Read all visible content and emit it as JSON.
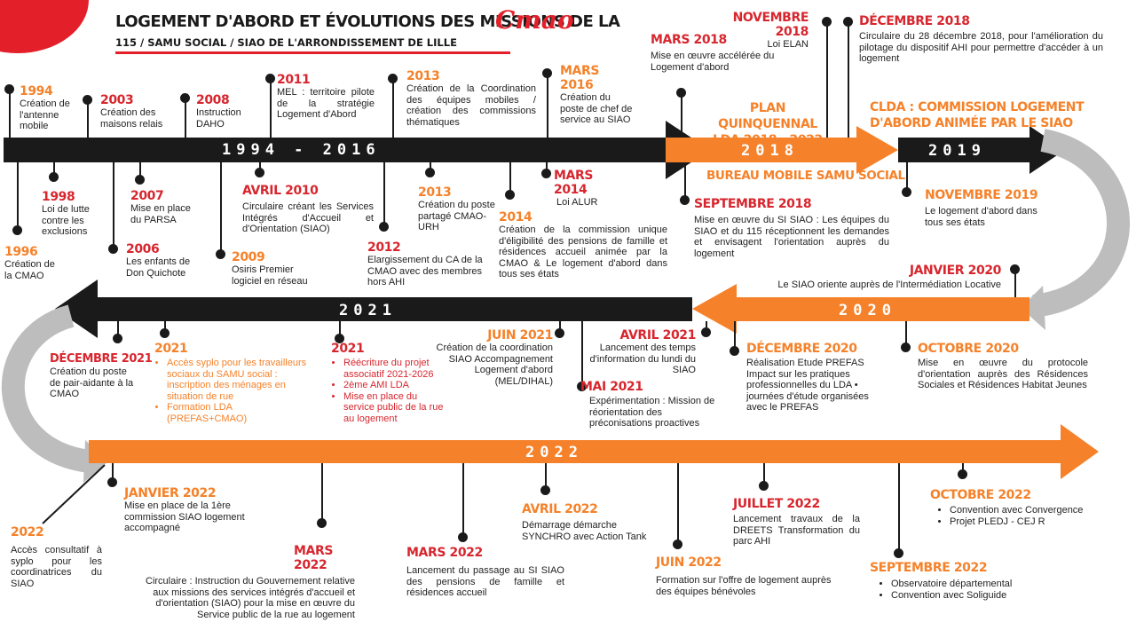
{
  "header": {
    "title": "LOGEMENT D'ABORD ET ÉVOLUTIONS DES MISSIONS DE LA",
    "logo": "Cmao",
    "subtitle": "115 / SAMU SOCIAL / SIAO DE L'ARRONDISSEMENT DE LILLE"
  },
  "bars": {
    "b1": "1994 - 2016",
    "b2018": "2018",
    "b2019": "2019",
    "b2020": "2020",
    "b2021": "2021",
    "b2022": "2022"
  },
  "headings": {
    "plan": "PLAN QUINQUENNAL",
    "plan2": "LDA 2018 - 2022",
    "bureau": "BUREAU MOBILE SAMU SOCIAL",
    "clda1": "CLDA : COMMISSION LOGEMENT",
    "clda2": "D'ABORD ANIMÉE PAR LE SIAO"
  },
  "events": {
    "e1994": {
      "date": "1994",
      "text": "Création de l'antenne mobile"
    },
    "e1996": {
      "date": "1996",
      "text": "Création de la CMAO"
    },
    "e1998": {
      "date": "1998",
      "text": "Loi de lutte contre les exclusions"
    },
    "e2003": {
      "date": "2003",
      "text": "Création des maisons relais"
    },
    "e2006": {
      "date": "2006",
      "text": "Les enfants de Don Quichote"
    },
    "e2007": {
      "date": "2007",
      "text": "Mise en place du PARSA"
    },
    "e2008": {
      "date": "2008",
      "text": "Instruction DAHO"
    },
    "e2009": {
      "date": "2009",
      "text": "Osiris Premier logiciel en réseau"
    },
    "e2010": {
      "date": "AVRIL 2010",
      "text": "Circulaire créant les Services Intégrés d'Accueil et d'Orientation (SIAO)"
    },
    "e2011": {
      "date": "2011",
      "text": "MEL : territoire pilote de la stratégie Logement d'Abord"
    },
    "e2012": {
      "date": "2012",
      "text": "Elargissement du CA de la CMAO avec des membres hors AHI"
    },
    "e2013a": {
      "date": "2013",
      "text": "Création de la Coordination des équipes mobiles / création des commissions thématiques"
    },
    "e2013b": {
      "date": "2013",
      "text": "Création du poste partagé CMAO-URH"
    },
    "e2014": {
      "date": "2014",
      "text": "Création de la commission unique d'éligibilité des pensions de famille et résidences accueil animée par la CMAO & Le logement d'abord dans tous ses états"
    },
    "e2014m": {
      "date": "MARS 2014",
      "text": "Loi ALUR"
    },
    "e2016": {
      "date": "MARS 2016",
      "text": "Création du poste de chef de service au SIAO"
    },
    "e2018m": {
      "date": "MARS 2018",
      "text": "Mise en œuvre accélérée du Logement d'abord"
    },
    "e2018n": {
      "date": "NOVEMBRE 2018",
      "text": "Loi ELAN"
    },
    "e2018d": {
      "date": "DÉCEMBRE 2018",
      "text": "Circulaire du 28 décembre 2018, pour l'amélioration du pilotage du dispositif AHI pour permettre d'accéder à un logement"
    },
    "e2018s": {
      "date": "SEPTEMBRE 2018",
      "text": "Mise en œuvre du SI SIAO : Les équipes du SIAO et du 115 réceptionnent les demandes et envisagent l'orientation auprès du logement"
    },
    "e2019n": {
      "date": "NOVEMBRE 2019",
      "text": "Le logement d'abord dans tous ses états"
    },
    "e2020j": {
      "date": "JANVIER 2020",
      "text": "Le SIAO oriente auprès de l'Intermédiation Locative"
    },
    "e2020o": {
      "date": "OCTOBRE 2020",
      "text": "Mise en œuvre du protocole d'orientation auprès des Résidences Sociales et Résidences Habitat Jeunes"
    },
    "e2020d": {
      "date": "DÉCEMBRE 2020",
      "text": "Réalisation Etude PREFAS Impact sur les pratiques professionnelles du LDA • journées d'étude organisées avec le PREFAS"
    },
    "e2021a": {
      "date": "AVRIL 2021",
      "text": "Lancement des temps d'information du lundi du SIAO"
    },
    "e2021m": {
      "date": "MAI 2021",
      "text": "Expérimentation : Mission de réorientation des préconisations proactives"
    },
    "e2021j": {
      "date": "JUIN 2021",
      "text": "Création de la coordination SIAO Accompagnement Logement d'abord (MEL/DIHAL)"
    },
    "e2021b": {
      "date": "2021",
      "items": [
        "Réécriture du projet associatif 2021-2026",
        "2ème AMI LDA",
        "Mise en place du service public de la rue au logement"
      ]
    },
    "e2021c": {
      "date": "2021",
      "items": [
        "Accès syplo pour les travailleurs sociaux du SAMU social : inscription des ménages en situation de rue",
        "Formation LDA (PREFAS+CMAO)"
      ]
    },
    "e2021d": {
      "date": "DÉCEMBRE 2021",
      "text": "Création du poste de pair-aidante à la CMAO"
    },
    "e2022": {
      "date": "2022",
      "text": "Accès consultatif à syplo pour les coordinatrices du SIAO"
    },
    "e2022j": {
      "date": "JANVIER 2022",
      "text": "Mise en place de la 1ère commission SIAO logement accompagné"
    },
    "e2022m": {
      "date": "MARS 2022",
      "text": "Circulaire : Instruction du Gouvernement relative aux missions des services intégrés d'accueil et d'orientation (SIAO) pour la mise en œuvre du Service public de la rue au logement"
    },
    "e2022m2": {
      "date": "MARS 2022",
      "text": "Lancement du passage au SI SIAO des pensions de famille et résidences accueil"
    },
    "e2022a": {
      "date": "AVRIL 2022",
      "text": "Démarrage démarche SYNCHRO avec Action Tank"
    },
    "e2022jn": {
      "date": "JUIN 2022",
      "text": "Formation sur l'offre de logement auprès des équipes bénévoles"
    },
    "e2022jl": {
      "date": "JUILLET 2022",
      "text": "Lancement travaux de la DREETS Transformation du parc AHI"
    },
    "e2022s": {
      "date": "SEPTEMBRE 2022",
      "items": [
        "Observatoire départemental",
        "Convention avec Soliguide"
      ]
    },
    "e2022o": {
      "date": "OCTOBRE 2022",
      "items": [
        "Convention avec Convergence",
        "Projet PLEDJ - CEJ R"
      ]
    }
  },
  "colors": {
    "black": "#1a1a1a",
    "orange": "#f5822a",
    "grey": "#bdbdbd",
    "red": "#d7262e"
  }
}
